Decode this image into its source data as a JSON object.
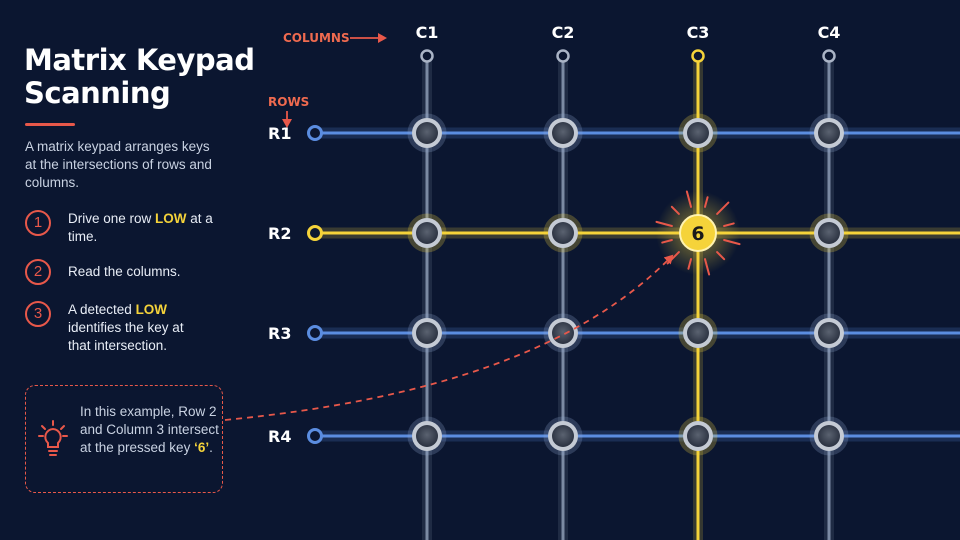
{
  "title": "Matrix Keypad Scanning",
  "intro": "A matrix keypad arranges keys at the intersections of rows and columns.",
  "steps": [
    {
      "num": "1",
      "before": "Drive one row ",
      "highlight": "LOW",
      "after": " at a time."
    },
    {
      "num": "2",
      "before": "Read the columns.",
      "highlight": "",
      "after": ""
    },
    {
      "num": "3",
      "before": "A detected ",
      "highlight": "LOW",
      "after": " identifies the key at that intersection."
    }
  ],
  "note": {
    "icon": "lightbulb-icon",
    "text": "In this example, Row 2 and Column 3 intersect at the pressed key ",
    "key": "‘6’",
    "end": "."
  },
  "diagram": {
    "columns_label": "COLUMNS",
    "rows_label": "ROWS",
    "columns": [
      "C1",
      "C2",
      "C3",
      "C4"
    ],
    "rows": [
      "R1",
      "R2",
      "R3",
      "R4"
    ],
    "active_row": 2,
    "active_column": 3,
    "pressed_key": "6"
  },
  "colors": {
    "background": "#0b1630",
    "row_line": "#5b8de0",
    "column_line": "#7b8aa3",
    "active": "#f5d33a",
    "accent": "#e8584a"
  }
}
